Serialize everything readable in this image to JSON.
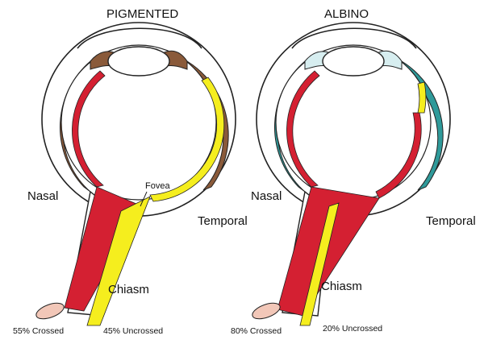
{
  "panels": {
    "left": {
      "title": "PIGMENTED",
      "nasal": "Nasal",
      "temporal": "Temporal",
      "chiasm": "Chiasm",
      "fovea": "Fovea",
      "crossed": "55% Crossed",
      "uncrossed": "45% Uncrossed"
    },
    "right": {
      "title": "ALBINO",
      "nasal": "Nasal",
      "temporal": "Temporal",
      "chiasm": "Chiasm",
      "crossed": "80% Crossed",
      "uncrossed": "20% Uncrossed"
    }
  },
  "colors": {
    "crossed_fibers": "#d42032",
    "uncrossed_fibers": "#f5ee1e",
    "pigment_epithelium": "#8a5a3a",
    "albino_epithelium": "#2f9a9a",
    "lens_tint_albino": "#d7eef0",
    "optic_nerve_cut": "#f2c7b8",
    "outline": "#222222"
  }
}
